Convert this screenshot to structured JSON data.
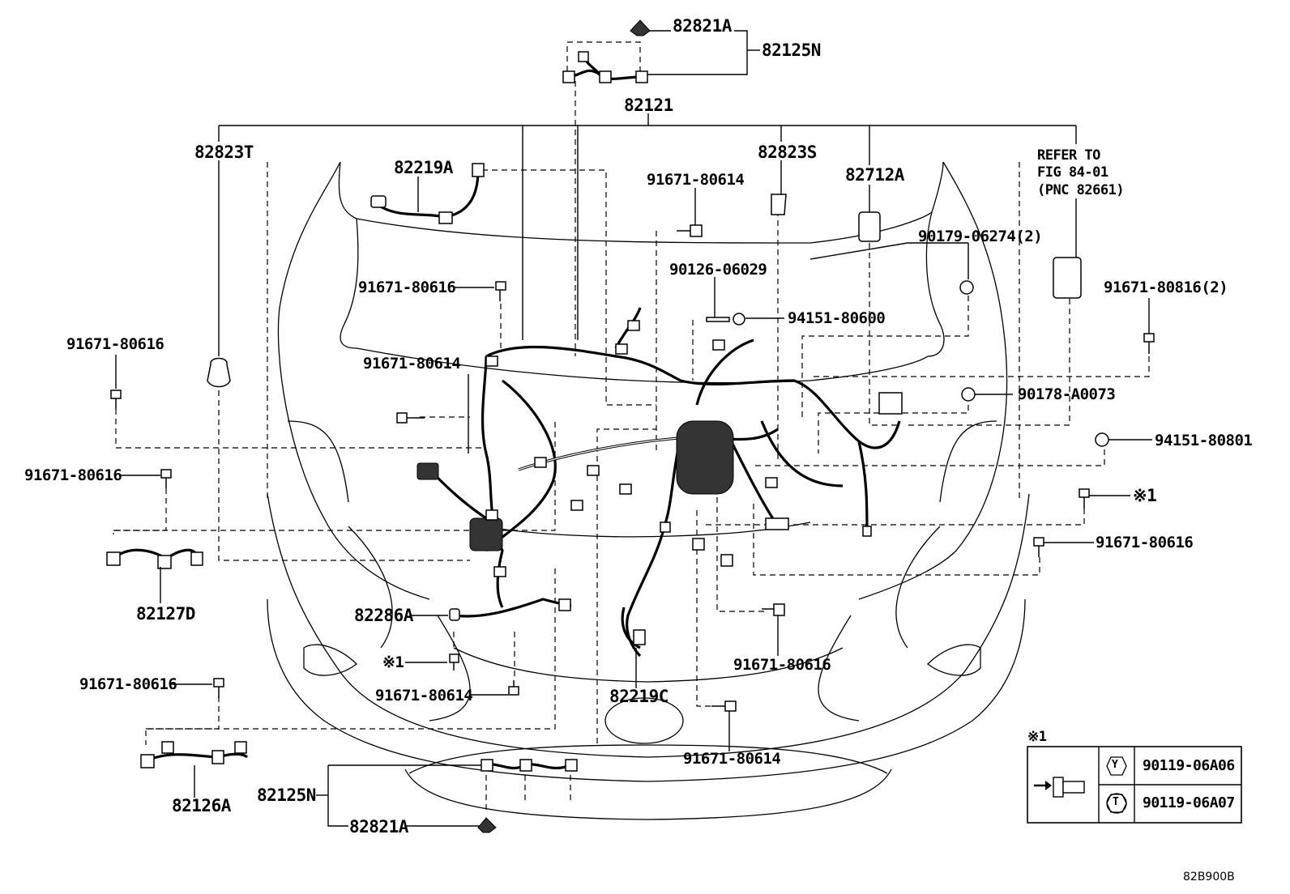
{
  "labels": {
    "p82821a_top": "82821A",
    "p82125n_top": "82125N",
    "p82121": "82121",
    "p82823t": "82823T",
    "p82219a": "82219A",
    "p91671_80614_a": "91671-80614",
    "p82823s": "82823S",
    "p82712a": "82712A",
    "p90179": "90179-06274(2)",
    "p90126": "90126-06029",
    "p94151_80600": "94151-80600",
    "p91671_80616_a": "91671-80616",
    "p91671_80616_left": "91671-80616",
    "p91671_80614_b": "91671-80614",
    "p91671_80816": "91671-80816(2)",
    "p90178": "90178-A0073",
    "p94151_80801": "94151-80801",
    "p91671_80616_b": "91671-80616",
    "p91671_80616_c": "91671-80616",
    "p82127d": "82127D",
    "p82286a": "82286A",
    "p91671_80616_d": "91671-80616",
    "p91671_80614_c": "91671-80614",
    "p82219c": "82219C",
    "p91671_80616_e": "91671-80616",
    "p91671_80614_d": "91671-80614",
    "p82126a": "82126A",
    "p82125n_bot": "82125N",
    "p82821a_bot": "82821A",
    "note_mark_right": "※1",
    "note_mark_left": "※1"
  },
  "refer": "REFER TO\nFIG 84-01\n(PNC 82661)",
  "legend": {
    "title": "※1",
    "row_y_symbol": "Y",
    "row_y_part": "90119-06A06",
    "row_t_symbol": "T",
    "row_t_part": "90119-06A07"
  },
  "figure_code": "82B900B"
}
